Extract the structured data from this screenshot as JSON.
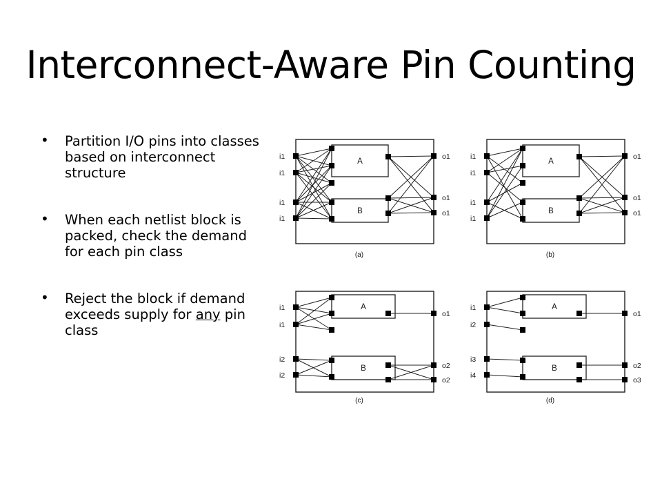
{
  "slide": {
    "title": "Interconnect-Aware Pin Counting",
    "bullets": [
      {
        "text": "Partition I/O pins into classes based on interconnect structure"
      },
      {
        "text": "When each netlist block is packed, check the demand for each pin class"
      },
      {
        "text_before": "Reject the block if demand exceeds supply for ",
        "text_underlined": "any",
        "text_after": " pin class"
      }
    ]
  },
  "figure": {
    "colors": {
      "stroke": "#1f1f1f",
      "pin": "#000000",
      "background": "#ffffff"
    },
    "panels": [
      {
        "caption": "(a)",
        "inputs": [
          "i1",
          "i1",
          "i1",
          "i1"
        ],
        "outputs": [
          "o1",
          "o1",
          "o1"
        ],
        "blocks": [
          "A",
          "B"
        ],
        "input_crossbar": "full",
        "output_crossbar": "full"
      },
      {
        "caption": "(b)",
        "inputs": [
          "i1",
          "i1",
          "i1",
          "i1"
        ],
        "outputs": [
          "o1",
          "o1",
          "o1"
        ],
        "blocks": [
          "A",
          "B"
        ],
        "input_crossbar": "partial",
        "output_crossbar": "full"
      },
      {
        "caption": "(c)",
        "inputs": [
          "i1",
          "i1",
          "i2",
          "i2"
        ],
        "outputs": [
          "o1",
          "o2",
          "o2"
        ],
        "blocks": [
          "A",
          "B"
        ],
        "input_crossbar": "per-block",
        "output_crossbar": "per-block"
      },
      {
        "caption": "(d)",
        "inputs": [
          "i1",
          "i2",
          "i3",
          "i4"
        ],
        "outputs": [
          "o1",
          "o2",
          "o3"
        ],
        "blocks": [
          "A",
          "B"
        ],
        "input_crossbar": "direct",
        "output_crossbar": "direct"
      }
    ]
  }
}
